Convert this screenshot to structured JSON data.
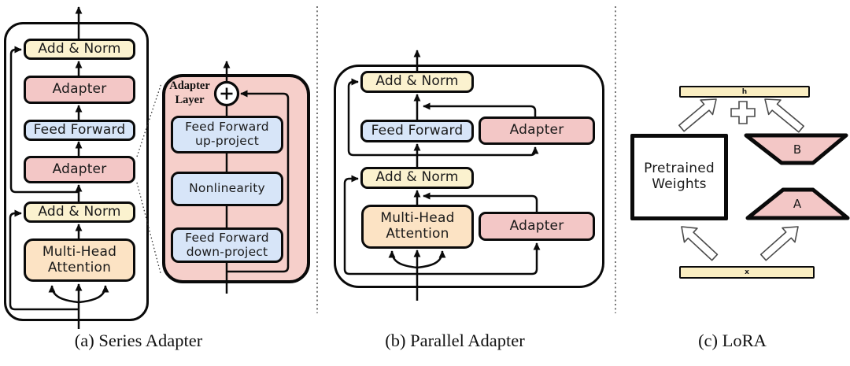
{
  "figure": {
    "captions": {
      "a": "(a) Series Adapter",
      "b": "(b) Parallel Adapter",
      "c": "(c) LoRA"
    },
    "panel_a": {
      "boxes": {
        "add_norm_top": "Add & Norm",
        "adapter_top": "Adapter",
        "feed_forward": "Feed Forward",
        "adapter_bottom": "Adapter",
        "add_norm_bottom": "Add & Norm",
        "multi_head_attention": "Multi-Head Attention"
      },
      "detail": {
        "title": "Adapter Layer",
        "boxes": [
          "Feed Forward up-project",
          "Nonlinearity",
          "Feed Forward down-project"
        ],
        "sum_icon": "plus-in-circle"
      }
    },
    "panel_b": {
      "boxes": {
        "add_norm_top": "Add & Norm",
        "feed_forward": "Feed Forward",
        "adapter_top": "Adapter",
        "add_norm_mid": "Add & Norm",
        "multi_head_attention": "Multi-Head Attention",
        "adapter_bottom": "Adapter"
      }
    },
    "panel_c": {
      "pretrained_weights": "Pretrained Weights",
      "b_matrix": "B",
      "a_matrix": "A",
      "output_bar": "h",
      "input_bar": "x",
      "sum_icon": "plus"
    },
    "colors": {
      "add_norm_yellow": "#fbf2cf",
      "adapter_pink": "#f3c7c6",
      "feed_forward_blue": "#d7e5f8",
      "attention_orange": "#fce3c4",
      "detail_panel_pink": "#f6cfca",
      "lora_bar_yellow": "#faeec2",
      "line_black": "#0a0a0a"
    }
  }
}
